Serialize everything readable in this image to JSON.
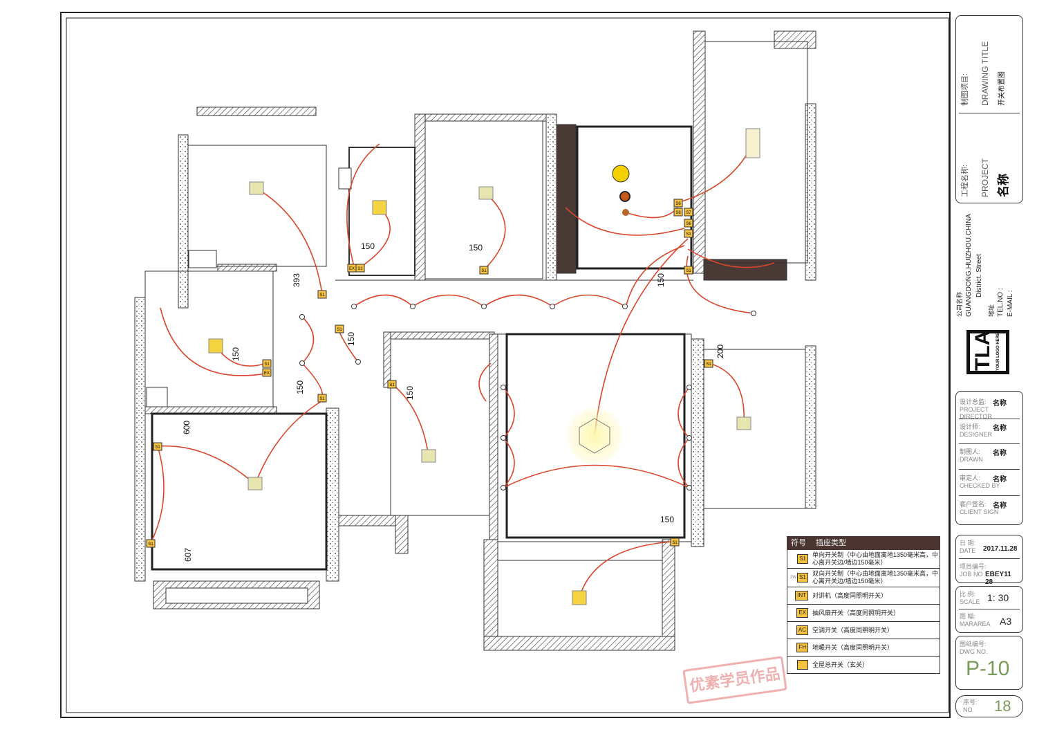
{
  "legend": {
    "header_symbol": "符号",
    "header_type": "插座类型",
    "items": [
      {
        "icon": "S1",
        "prefix": "",
        "text": "单向开关制（中心由地面离地1350毫米高，中心离开关边/墙边150毫米）"
      },
      {
        "icon": "S1",
        "prefix": "2W",
        "text": "双向开关制（中心由地面离地1350毫米高，中心离开关边/墙边150毫米）"
      },
      {
        "icon": "INT",
        "prefix": "",
        "text": "对讲机（高度同照明开关）"
      },
      {
        "icon": "EX",
        "prefix": "",
        "text": "抽风扇开关（高度同照明开关）"
      },
      {
        "icon": "AC",
        "prefix": "",
        "text": "空调开关（高度同照明开关）"
      },
      {
        "icon": "FH",
        "prefix": "",
        "text": "地暖开关（高度同照明开关）"
      },
      {
        "icon": "",
        "prefix": "",
        "text": "全屋总开关（玄关）"
      }
    ]
  },
  "title_block": {
    "drawing_title_cn": "制图项目:",
    "drawing_title_en": "DRAWING TITLE",
    "drawing_title_value": "开关布置图",
    "project_cn": "工程名称:",
    "project_en": "PROJECT",
    "project_value": "名称",
    "company_cn": "公司名称",
    "company_addr1": "GUANGDONG.HUIZHOU.CHINA",
    "company_addr2": "District.    Street",
    "address_cn": "地址",
    "tel": "TEL.NO :",
    "email": "E-MAIL :",
    "logo_text": "TLA",
    "logo_sub": "YOUR LOGO HERE",
    "staff": [
      {
        "cn": "设计总监:",
        "en": "PROJECT DIRECTOR",
        "value": "名称"
      },
      {
        "cn": "设计师:",
        "en": "DESIGNER",
        "value": "名称"
      },
      {
        "cn": "制图人:",
        "en": "DRAWN",
        "value": "名称"
      },
      {
        "cn": "审定人:",
        "en": "CHECKED BY",
        "value": "名称"
      },
      {
        "cn": "客户签名:",
        "en": "CLIENT SIGN",
        "value": "名称"
      }
    ],
    "date_cn": "日 期:",
    "date_en": "DATE",
    "date": "2017.11.28",
    "job_cn": "项目编号:",
    "job_en": "JOB NO",
    "job": "EBEY11 28",
    "scale_cn": "比 例:",
    "scale_en": "SCALE",
    "scale": "1:  30",
    "size_cn": "图 幅:",
    "size_en": "MARAREA",
    "size": "A3",
    "dwg_cn": "图纸编号:",
    "dwg_en": "DWG NO.",
    "dwg": "P-10",
    "no_cn": "序号:",
    "no_en": "NO",
    "no": "18"
  },
  "dimensions": [
    "150",
    "150",
    "393",
    "150",
    "150",
    "150",
    "150",
    "150",
    "200",
    "600",
    "607",
    "150"
  ],
  "switch_labels": [
    "EX",
    "S1",
    "S1",
    "S1",
    "S1",
    "EX",
    "S1",
    "S1",
    "S1",
    "S6",
    "S8",
    "S7",
    "S6",
    "S1",
    "S1",
    "S1",
    "S1",
    "S1",
    "S1"
  ],
  "watermark": "优素学员作品",
  "colors": {
    "wire": "#d9462b",
    "switch": "#f5c242",
    "light": "#e8e6b0",
    "wall": "#333333"
  }
}
